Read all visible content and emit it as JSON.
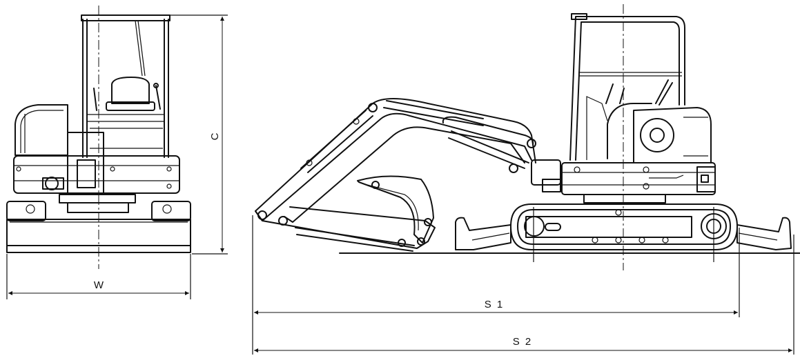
{
  "dimensions": {
    "width_label": "W",
    "height_label": "C",
    "length1_label": "S 1",
    "length2_label": "S 2"
  },
  "colors": {
    "line": "#111111",
    "background": "#ffffff"
  }
}
